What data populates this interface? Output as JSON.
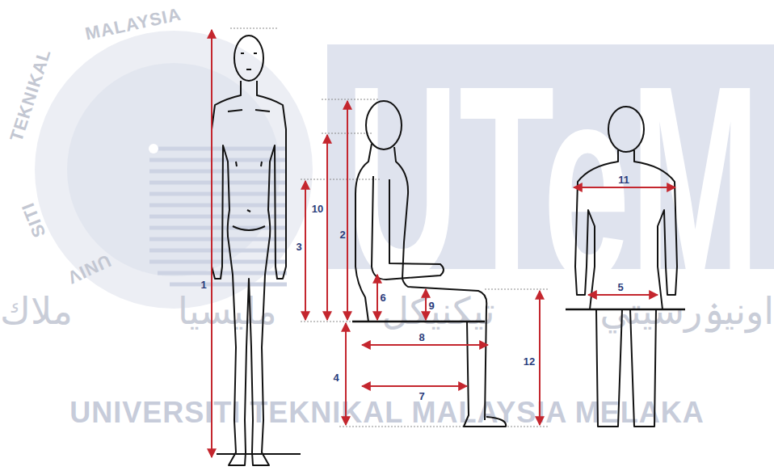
{
  "diagram": {
    "labels": [
      "MALAYSIA",
      "TEKNIKAL",
      "SITI",
      "UNIV",
      "UTeM",
      "1",
      "10",
      "3",
      "2",
      "6",
      "9",
      "8",
      "4",
      "7",
      "12",
      "11",
      "5",
      "اونيۏرسيتي تيكنيكل مليسيا ملاك",
      "UNIVERSITI TEKNIKAL MALAYSIA MELAKA"
    ]
  }
}
